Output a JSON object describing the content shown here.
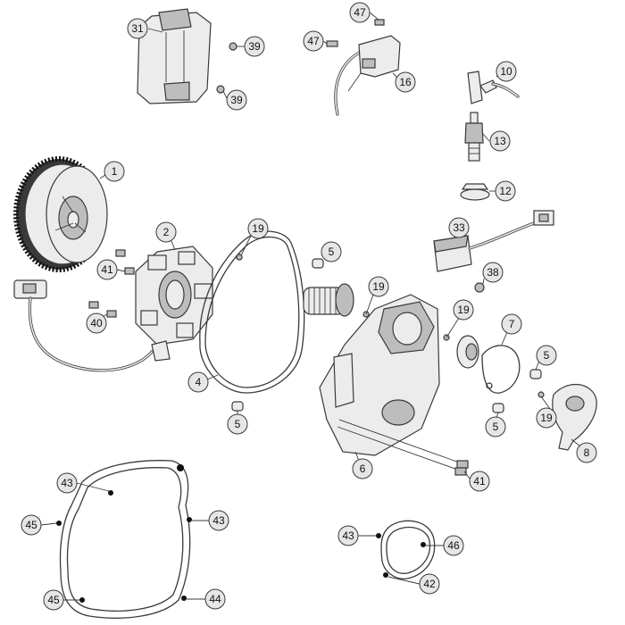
{
  "callouts": [
    {
      "id": "c31",
      "label": "31"
    },
    {
      "id": "c39a",
      "label": "39"
    },
    {
      "id": "c39b",
      "label": "39"
    },
    {
      "id": "c47a",
      "label": "47"
    },
    {
      "id": "c47b",
      "label": "47"
    },
    {
      "id": "c16",
      "label": "16"
    },
    {
      "id": "c10",
      "label": "10"
    },
    {
      "id": "c13",
      "label": "13"
    },
    {
      "id": "c12",
      "label": "12"
    },
    {
      "id": "c1",
      "label": "1"
    },
    {
      "id": "c2",
      "label": "2"
    },
    {
      "id": "c41a",
      "label": "41"
    },
    {
      "id": "c40",
      "label": "40"
    },
    {
      "id": "c19a",
      "label": "19"
    },
    {
      "id": "c5a",
      "label": "5"
    },
    {
      "id": "c33",
      "label": "33"
    },
    {
      "id": "c38",
      "label": "38"
    },
    {
      "id": "c19b",
      "label": "19"
    },
    {
      "id": "c19c",
      "label": "19"
    },
    {
      "id": "c7",
      "label": "7"
    },
    {
      "id": "c4",
      "label": "4"
    },
    {
      "id": "c5b",
      "label": "5"
    },
    {
      "id": "c5c",
      "label": "5"
    },
    {
      "id": "c19d",
      "label": "19"
    },
    {
      "id": "c5d",
      "label": "5"
    },
    {
      "id": "c6",
      "label": "6"
    },
    {
      "id": "c8",
      "label": "8"
    },
    {
      "id": "c41b",
      "label": "41"
    },
    {
      "id": "c43a",
      "label": "43"
    },
    {
      "id": "c45a",
      "label": "45"
    },
    {
      "id": "c43b",
      "label": "43"
    },
    {
      "id": "c45b",
      "label": "45"
    },
    {
      "id": "c44",
      "label": "44"
    },
    {
      "id": "c43c",
      "label": "43"
    },
    {
      "id": "c46",
      "label": "46"
    },
    {
      "id": "c42",
      "label": "42"
    }
  ]
}
